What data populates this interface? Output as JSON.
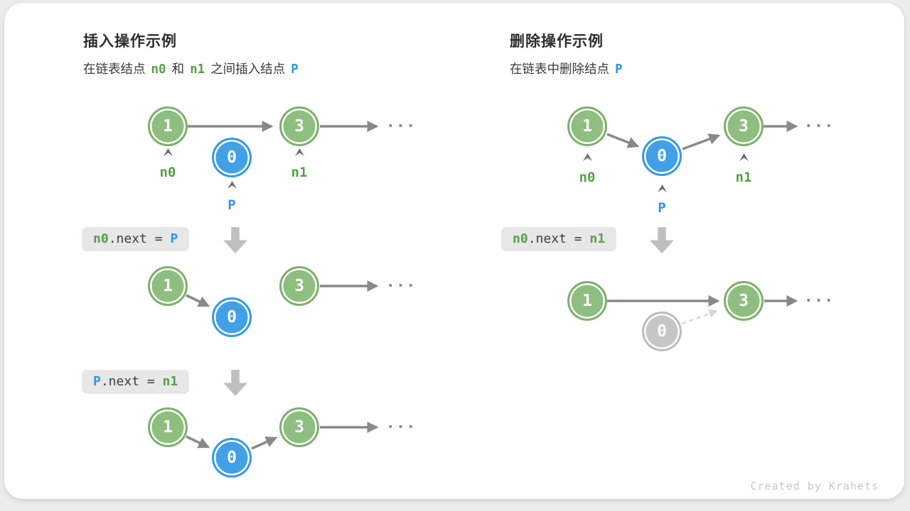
{
  "insert_panel": {
    "title": "插入操作示例",
    "subtitle": {
      "t1": "在链表结点",
      "n0": "n0",
      "t2": "和",
      "n1": "n1",
      "t3": "之间插入结点",
      "p": "P"
    },
    "code1": {
      "lhs": "n0",
      "mid": ".next = ",
      "rhs": "P"
    },
    "code2": {
      "lhs": "P",
      "mid": ".next = ",
      "rhs": "n1"
    }
  },
  "delete_panel": {
    "title": "删除操作示例",
    "subtitle": {
      "t1": "在链表中删除结点",
      "p": "P"
    },
    "code1": {
      "lhs": "n0",
      "mid": ".next = ",
      "rhs": "n1"
    }
  },
  "nodes": {
    "v1": "1",
    "v0": "0",
    "v3": "3"
  },
  "labels": {
    "n0": "n0",
    "n1": "n1",
    "p": "P"
  },
  "ellipsis": "...",
  "credit": "Created by Krahets",
  "colors": {
    "node_green": "#8ebe80",
    "node_blue": "#42a0e6",
    "node_gray": "#c6c6c6",
    "arrow_gray": "#898989",
    "dashed_gray": "#d6d6d6",
    "codebox_bg": "#e7e7e7",
    "token_green": "#55a046",
    "token_blue": "#2d97e5"
  }
}
